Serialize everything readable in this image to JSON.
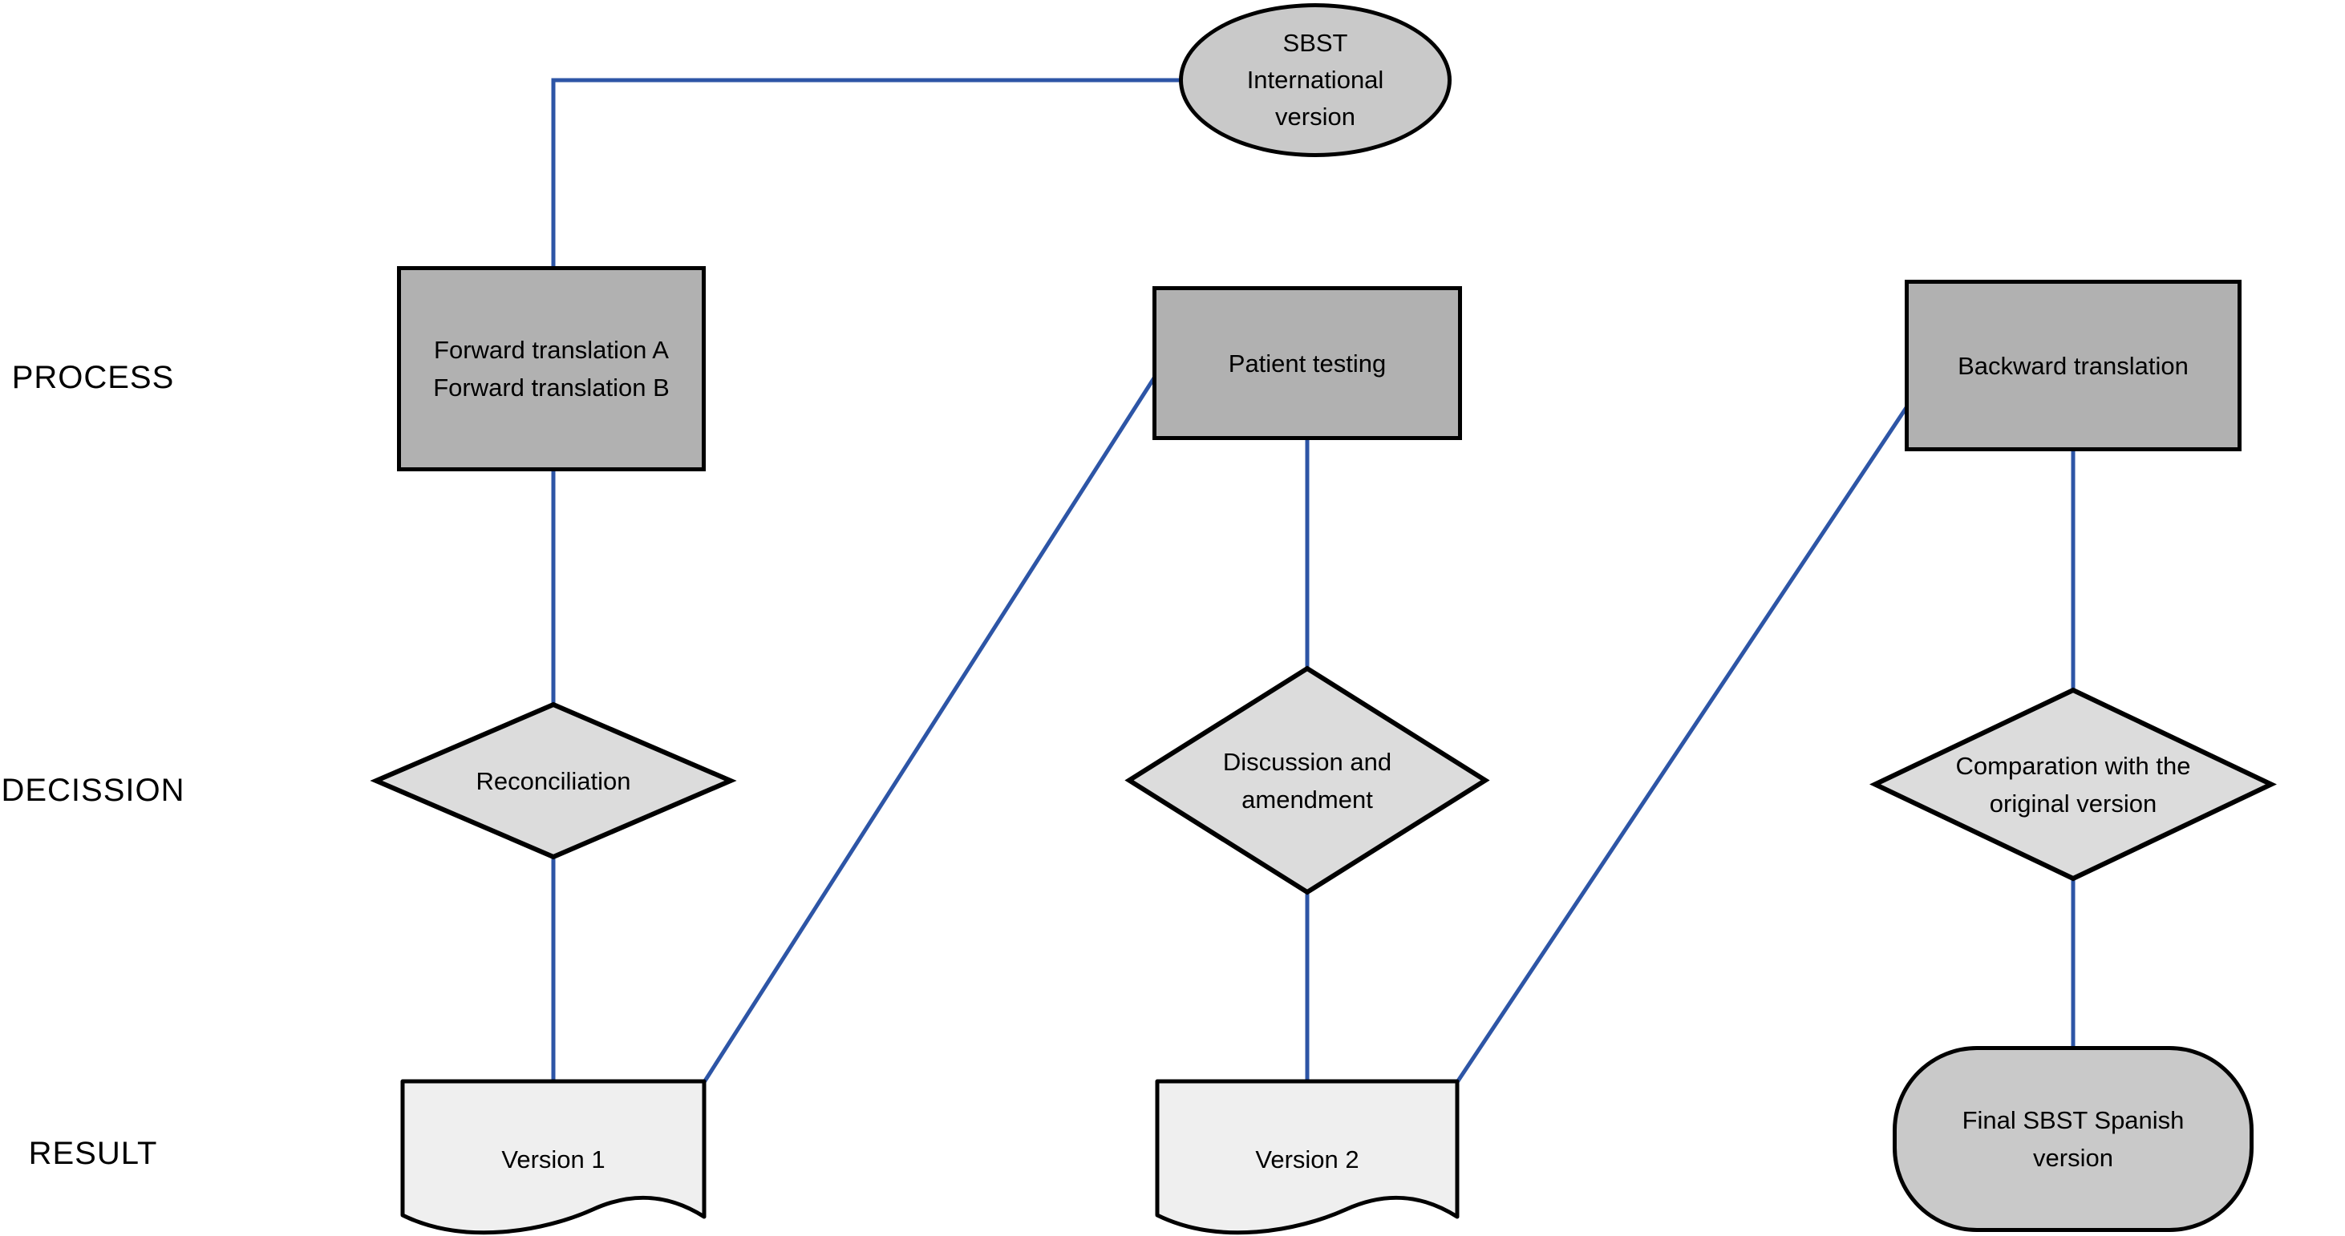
{
  "colors": {
    "process_fill": "#b1b1b1",
    "decision_fill": "#dcdcdc",
    "result_fill": "#efefef",
    "terminal_fill": "#c9c9c9",
    "connector_blue": "#2d55a6",
    "stroke_color": "#000000"
  },
  "row_labels": {
    "process": "PROCESS",
    "decission": "DECISSION",
    "result": "RESULT"
  },
  "nodes": {
    "start": "SBST\nInternational\nversion",
    "process1": "Forward translation A\nForward translation B",
    "process2": "Patient testing",
    "process3": "Backward translation",
    "decision1": "Reconciliation",
    "decision2": "Discussion and\namendment",
    "decision3": "Comparation with the\noriginal version",
    "result1": "Version 1",
    "result2": "Version 2",
    "result3": "Final SBST Spanish\nversion"
  }
}
